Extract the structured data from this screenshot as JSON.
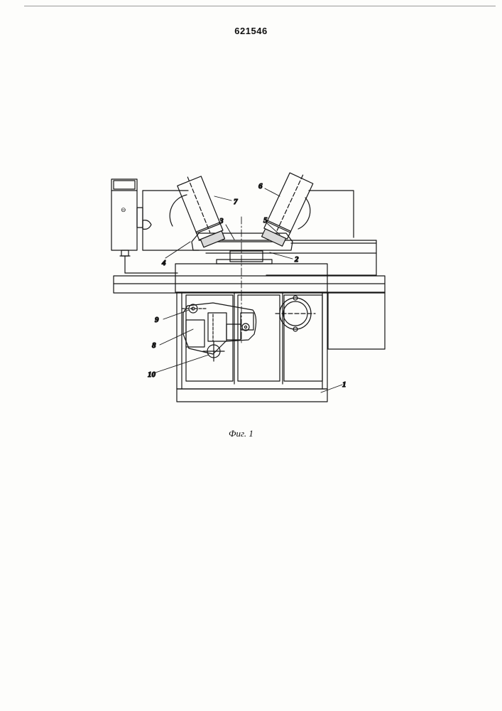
{
  "document": {
    "patent_number": "621546",
    "figure_caption": "Фиг. 1"
  },
  "callouts": {
    "c1": "1",
    "c2": "2",
    "c3": "3",
    "c4": "4",
    "c5": "5",
    "c6": "6",
    "c7": "7",
    "c8": "8",
    "c9": "9",
    "c10": "10"
  }
}
